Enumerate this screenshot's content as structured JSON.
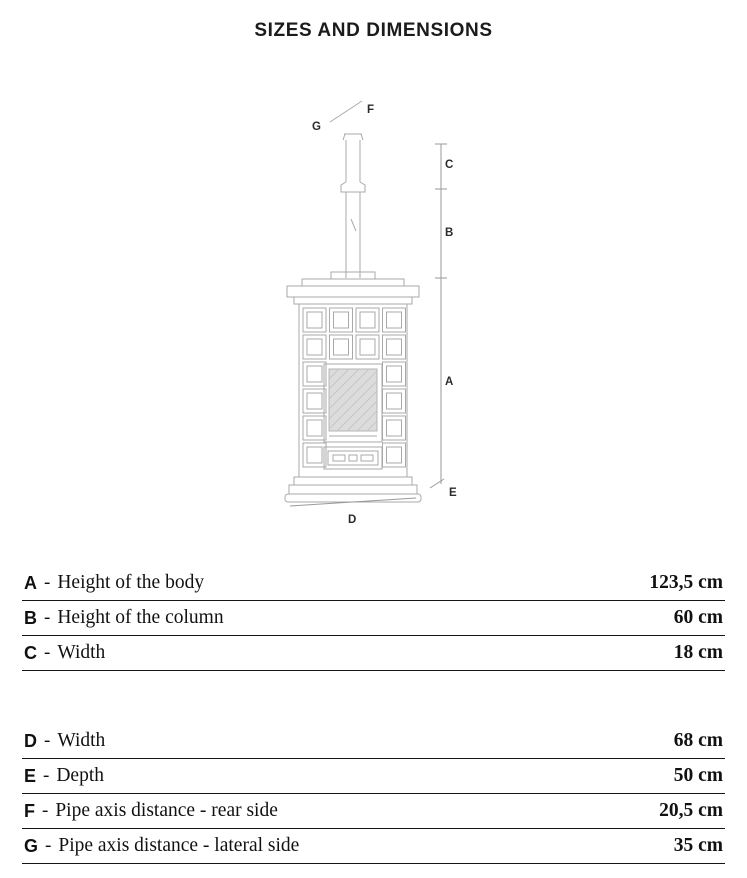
{
  "title": "SIZES AND DIMENSIONS",
  "separator": "-",
  "diagram": {
    "labels": {
      "A": "A",
      "B": "B",
      "C": "C",
      "D": "D",
      "E": "E",
      "F": "F",
      "G": "G"
    }
  },
  "tables": {
    "upper": {
      "rows": [
        {
          "key": "A",
          "label": "Height of the body",
          "value": "123,5 cm"
        },
        {
          "key": "B",
          "label": "Height of the column",
          "value": "60 cm"
        },
        {
          "key": "C",
          "label": "Width",
          "value": "18 cm"
        }
      ]
    },
    "lower": {
      "rows": [
        {
          "key": "D",
          "label": "Width",
          "value": "68 cm"
        },
        {
          "key": "E",
          "label": "Depth",
          "value": "50 cm"
        },
        {
          "key": "F",
          "label": "Pipe axis distance - rear side",
          "value": "20,5 cm"
        },
        {
          "key": "G",
          "label": "Pipe axis distance - lateral side",
          "value": "35 cm"
        }
      ]
    }
  }
}
